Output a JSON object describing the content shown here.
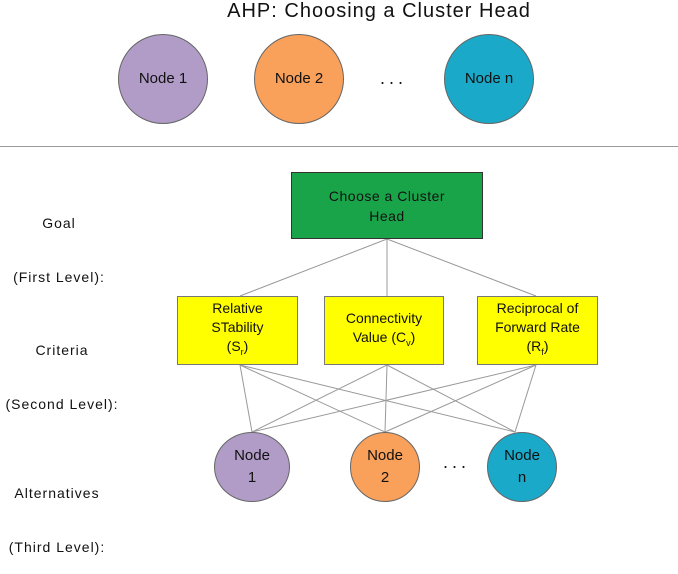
{
  "title": "AHP: Choosing a Cluster Head",
  "top_nodes": [
    {
      "label": "Node 1",
      "color": "#b19cc8"
    },
    {
      "label": "Node 2",
      "color": "#f9a05a"
    },
    {
      "label": "Node n",
      "color": "#1aa9c8"
    }
  ],
  "top_ellipsis": "...",
  "levels": {
    "goal": {
      "line1": "Goal",
      "line2": "(First Level):"
    },
    "criteria": {
      "line1": "Criteria",
      "line2": "(Second Level):"
    },
    "alternatives": {
      "line1": "Alternatives",
      "line2": "(Third Level):"
    }
  },
  "goal": {
    "line1": "Choose a Cluster",
    "line2": "Head",
    "color": "#1aa44a"
  },
  "criteria": [
    {
      "line1": "Relative",
      "line2": "STability",
      "symbol": "S",
      "sub": "r"
    },
    {
      "line1": "Connectivity",
      "line2": "Value (",
      "symbol": "C",
      "sub": "v",
      "close": ")"
    },
    {
      "line1": "Reciprocal of",
      "line2": "Forward Rate",
      "symbol": "R",
      "sub": "f"
    }
  ],
  "alternatives": [
    {
      "line1": "Node",
      "line2": "1",
      "color": "#b19cc8"
    },
    {
      "line1": "Node",
      "line2": "2",
      "color": "#f9a05a"
    },
    {
      "line1": "Node",
      "line2": "n",
      "color": "#1aa9c8"
    }
  ],
  "alt_ellipsis": "..."
}
